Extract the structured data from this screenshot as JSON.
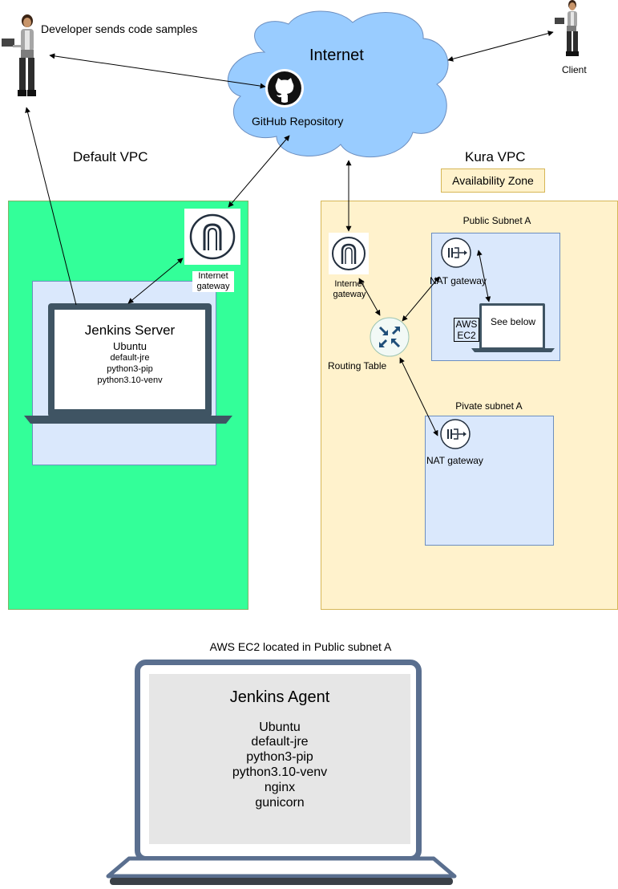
{
  "developer_label": "Developer sends code samples",
  "client_label": "Client",
  "internet": {
    "title": "Internet",
    "github_label": "GitHub Repository"
  },
  "default_vpc": {
    "title": "Default VPC",
    "internet_gateway_label": "Internet\ngateway",
    "jenkins_server": {
      "title": "Jenkins Server",
      "lines": [
        "Ubuntu",
        "default-jre",
        "python3-pip",
        "python3.10-venv"
      ]
    }
  },
  "kura_vpc": {
    "title": "Kura VPC",
    "availability_zone": "Availability Zone",
    "internet_gateway_label": "Internet\ngateway",
    "routing_table_label": "Routing Table",
    "public_subnet": {
      "title": "Public Subnet A",
      "nat_label": "NAT gateway",
      "ec2_badge": "AWS\nEC2",
      "ec2_screen_text": "See below"
    },
    "private_subnet": {
      "title": "Pivate subnet A",
      "nat_label": "NAT gateway"
    }
  },
  "agent": {
    "caption": "AWS EC2 located in Public subnet A",
    "title": "Jenkins Agent",
    "lines": [
      "Ubuntu",
      "default-jre",
      "python3-pip",
      "python3.10-venv",
      "nginx",
      "gunicorn"
    ]
  },
  "colors": {
    "default_vpc_fill": "#33ff99",
    "kura_vpc_fill": "#fff2cc",
    "kura_vpc_border": "#d6b656",
    "subnet_fill": "#dae8fc",
    "subnet_border": "#6c8ebf",
    "cloud_fill": "#99ccff",
    "laptop_dark": "#3f5463",
    "agent_frame": "#5a6f8f",
    "agent_screen": "#e6e6e6"
  }
}
